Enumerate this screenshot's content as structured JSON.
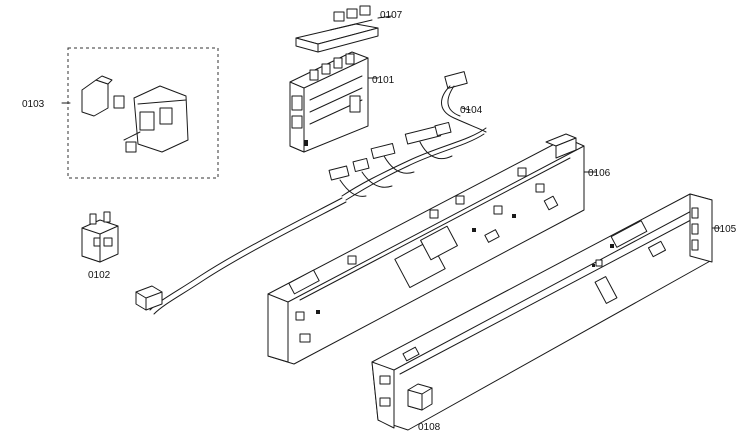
{
  "parts": [
    {
      "id": "p0107",
      "label": "0107"
    },
    {
      "id": "p0101",
      "label": "0101"
    },
    {
      "id": "p0104",
      "label": "0104"
    },
    {
      "id": "p0103",
      "label": "0103"
    },
    {
      "id": "p0106",
      "label": "0106"
    },
    {
      "id": "p0105",
      "label": "0105"
    },
    {
      "id": "p0102",
      "label": "0102"
    },
    {
      "id": "p0108",
      "label": "0108"
    }
  ],
  "colors": {
    "line": "#1a1a1a",
    "background": "#ffffff"
  }
}
